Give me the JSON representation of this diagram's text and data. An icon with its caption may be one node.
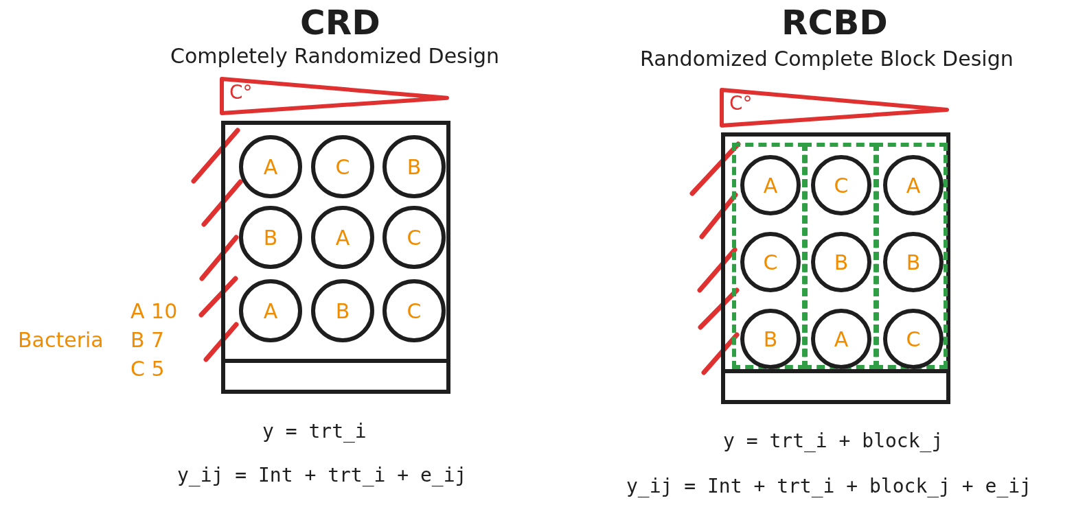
{
  "diagram": {
    "nodes": [
      {
        "text": [
          "C°"
        ]
      },
      {
        "text": [],
        "shape": "box"
      },
      {
        "text": [
          "A"
        ],
        "in": 1
      },
      {
        "text": [
          "C"
        ],
        "in": 1
      },
      {
        "text": [
          "B"
        ],
        "in": 1
      },
      {
        "text": [
          "B"
        ],
        "in": 1
      },
      {
        "text": [
          "A"
        ],
        "in": 1
      },
      {
        "text": [
          "C"
        ],
        "in": 1
      },
      {
        "text": [
          "A"
        ],
        "in": 1
      },
      {
        "text": [
          "B"
        ],
        "in": 1
      },
      {
        "text": [
          "C"
        ],
        "in": 1
      },
      {
        "text": [
          "C°"
        ]
      },
      {
        "text": [],
        "shape": "box"
      },
      {
        "text": [],
        "shape": "box",
        "in": 12
      },
      {
        "text": [
          "A"
        ],
        "in": 13
      },
      {
        "text": [
          "C"
        ],
        "in": 13
      },
      {
        "text": [
          "B"
        ],
        "in": 13
      },
      {
        "text": [],
        "shape": "box",
        "in": 12
      },
      {
        "text": [
          "C"
        ],
        "in": 17
      },
      {
        "text": [
          "B"
        ],
        "in": 17
      },
      {
        "text": [
          "A"
        ],
        "in": 17
      },
      {
        "text": [],
        "shape": "box",
        "in": 12
      },
      {
        "text": [
          "A"
        ],
        "in": 21
      },
      {
        "text": [
          "B"
        ],
        "in": 21
      },
      {
        "text": [
          "C"
        ],
        "in": 21
      }
    ],
    "labels": [
      "CRD",
      "Completely Randomized Design",
      "RCBD",
      "Randomized Complete Block Design",
      "A 10",
      "Bacteria",
      "B 7",
      "C 5",
      "y = trt_i",
      "y_ij = Int + trt_i + e_ij",
      "y = trt_i + block_j",
      "y_ij = Int + trt_i + block_j + e_ij"
    ]
  }
}
